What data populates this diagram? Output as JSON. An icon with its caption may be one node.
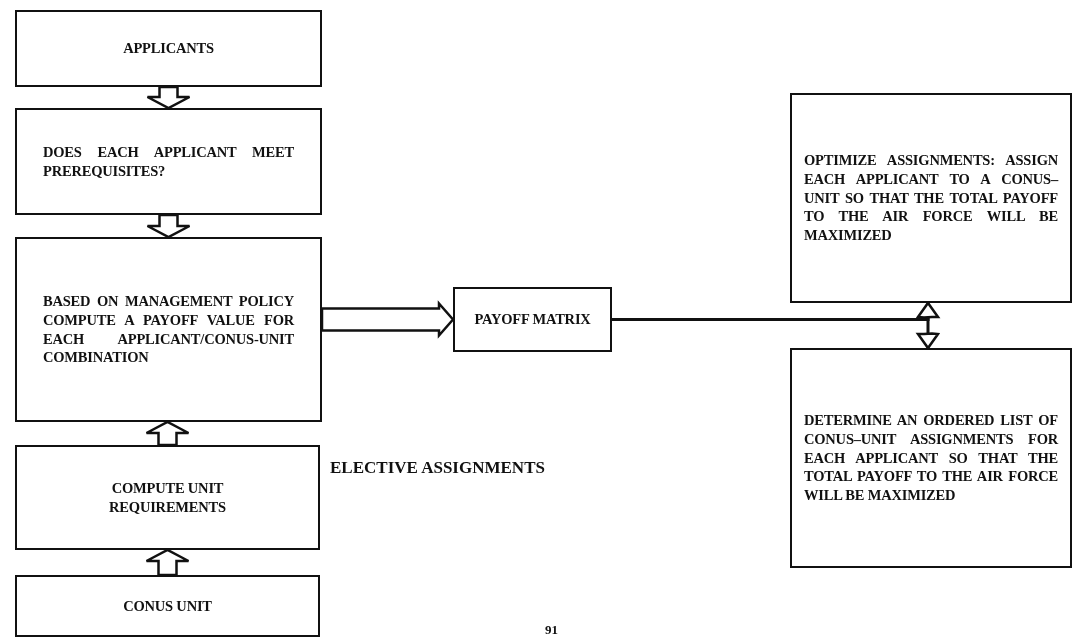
{
  "diagram": {
    "title": "ELECTIVE ASSIGNMENTS",
    "nodes": [
      {
        "text": [
          "APPLICANTS"
        ]
      },
      {
        "text": [
          "DOES EACH APPLICANT MEET PREREQUISITES?"
        ]
      },
      {
        "text": [
          "BASED ON MANAGEMENT POLICY COMPUTE A PAYOFF VALUE FOR EACH APPLICANT/CONUS-UNIT COMBINATION"
        ]
      },
      {
        "text": [
          "COMPUTE UNIT REQUIREMENTS"
        ]
      },
      {
        "text": [
          "CONUS UNIT"
        ]
      },
      {
        "text": [
          "PAYOFF MATRIX"
        ]
      },
      {
        "text": [
          "OPTIMIZE ASSIGNMENTS: ASSIGN EACH APPLICANT TO A CONUS–UNIT SO THAT THE TOTAL PAYOFF TO THE AIR FORCE WILL BE MAXIMIZED"
        ]
      },
      {
        "text": [
          "DETERMINE AN ORDERED LIST OF CONUS–UNIT ASSIGNMENTS FOR EACH APPLICANT SO THAT THE TOTAL PAYOFF TO THE AIR FORCE WILL BE MAXIMIZED"
        ]
      }
    ],
    "edges": [
      {
        "from": 0,
        "to": 1,
        "arrow": "to"
      },
      {
        "from": 1,
        "to": 2,
        "arrow": "to"
      },
      {
        "from": 3,
        "to": 2,
        "arrow": "to"
      },
      {
        "from": 4,
        "to": 3,
        "arrow": "to"
      },
      {
        "from": 2,
        "to": 5,
        "arrow": "to"
      },
      {
        "from": 5,
        "to": 6,
        "arrow": "to"
      },
      {
        "from": 5,
        "to": 7,
        "arrow": "to"
      }
    ],
    "labels": [
      "91"
    ]
  }
}
